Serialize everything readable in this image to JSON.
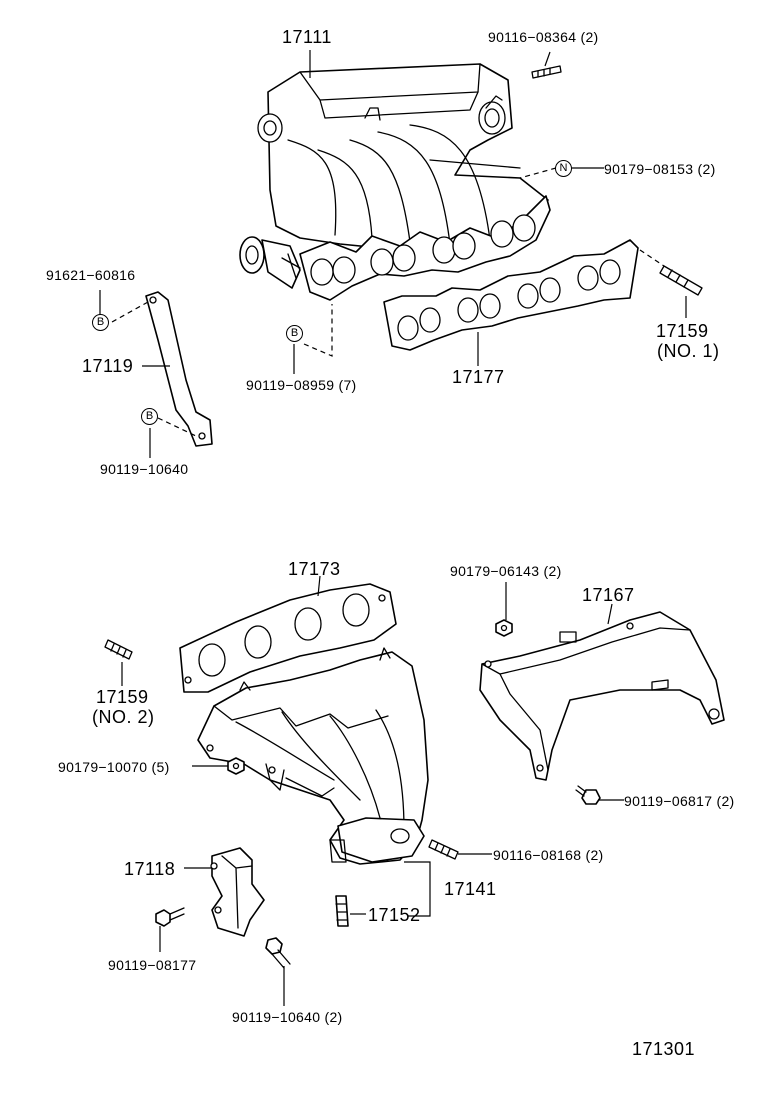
{
  "labels": {
    "p17111": "17111",
    "p90116_08364": "90116−08364 (2)",
    "p90179_08153": "90179−08153 (2)",
    "p91621_60816": "91621−60816",
    "p17119": "17119",
    "p90119_10640_top": "90119−10640",
    "p90119_08959": "90119−08959 (7)",
    "p17177": "17177",
    "p17159_no1": "17159",
    "no1": "(NO. 1)",
    "p17173": "17173",
    "p90179_06143": "90179−06143 (2)",
    "p17167": "17167",
    "p17159_no2": "17159",
    "no2": "(NO. 2)",
    "p90179_10070": "90179−10070 (5)",
    "p90119_06817": "90119−06817 (2)",
    "p90116_08168": "90116−08168 (2)",
    "p17118": "17118",
    "p17141": "17141",
    "p17152": "17152",
    "p90119_08177": "90119−08177",
    "p90119_10640_bot": "90119−10640 (2)",
    "figure_number": "171301"
  },
  "markers": {
    "n": "N",
    "b": "B"
  }
}
